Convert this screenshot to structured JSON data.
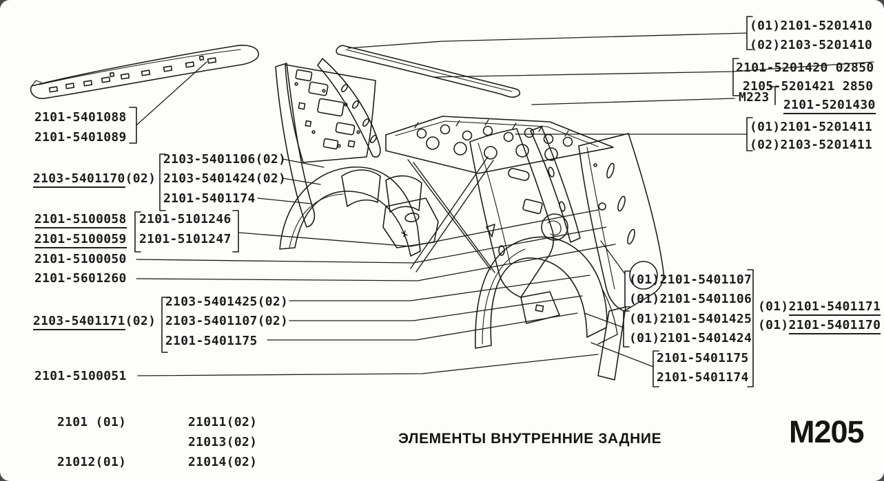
{
  "page": {
    "title": "ЭЛЕМЕНТЫ ВНУТРЕННИЕ ЗАДНИЕ",
    "sheet_code": "M205",
    "ink_color": "#1c1c1a",
    "paper_color": "#fdfdfb"
  },
  "labels": {
    "rail_top": [
      "2101-5401088",
      "2101-5401089"
    ],
    "arch_group_left": {
      "num": "2103-5401170",
      "suf": "(02)",
      "items": [
        "2103-5401106(02)",
        "2103-5401424(02)",
        "2101-5401174"
      ]
    },
    "floor_underlined": [
      "2101-5100058",
      "2101-5100059"
    ],
    "floor_bracket": [
      "2101-5101246",
      "2101-5101247"
    ],
    "floor_single": [
      "2101-5100050",
      "2101-5601260",
      "2101-5100051"
    ],
    "arch_group_right": {
      "num": "2103-5401171",
      "suf": "(02)",
      "items": [
        "2103-5401425(02)",
        "2103-5401107(02)",
        "2101-5401175"
      ]
    },
    "top_right_410": [
      "(01)2101-5201410",
      "(02)2103-5201410"
    ],
    "top_right_420": [
      "2101-5201420 02850",
      "2105-5201421 2850"
    ],
    "m223": "M223",
    "u430": "2101-5201430",
    "top_right_411": [
      "(01)2101-5201411",
      "(02)2103-5201411"
    ],
    "right_107": [
      "(01)2101-5401107",
      "(01)2101-5401106"
    ],
    "right_425": [
      "(01)2101-5401425",
      "(01)2101-5401424"
    ],
    "right_175": [
      "2101-5401175",
      "2101-5401174"
    ],
    "right_u171": {
      "pre": "(01)",
      "num": "2101-5401171"
    },
    "right_u170": {
      "pre": "(01)",
      "num": "2101-5401170"
    }
  },
  "footer": {
    "models": [
      "2101 (01)",
      "21011(02)",
      "21013(02)",
      "21012(01)",
      "21014(02)"
    ]
  }
}
